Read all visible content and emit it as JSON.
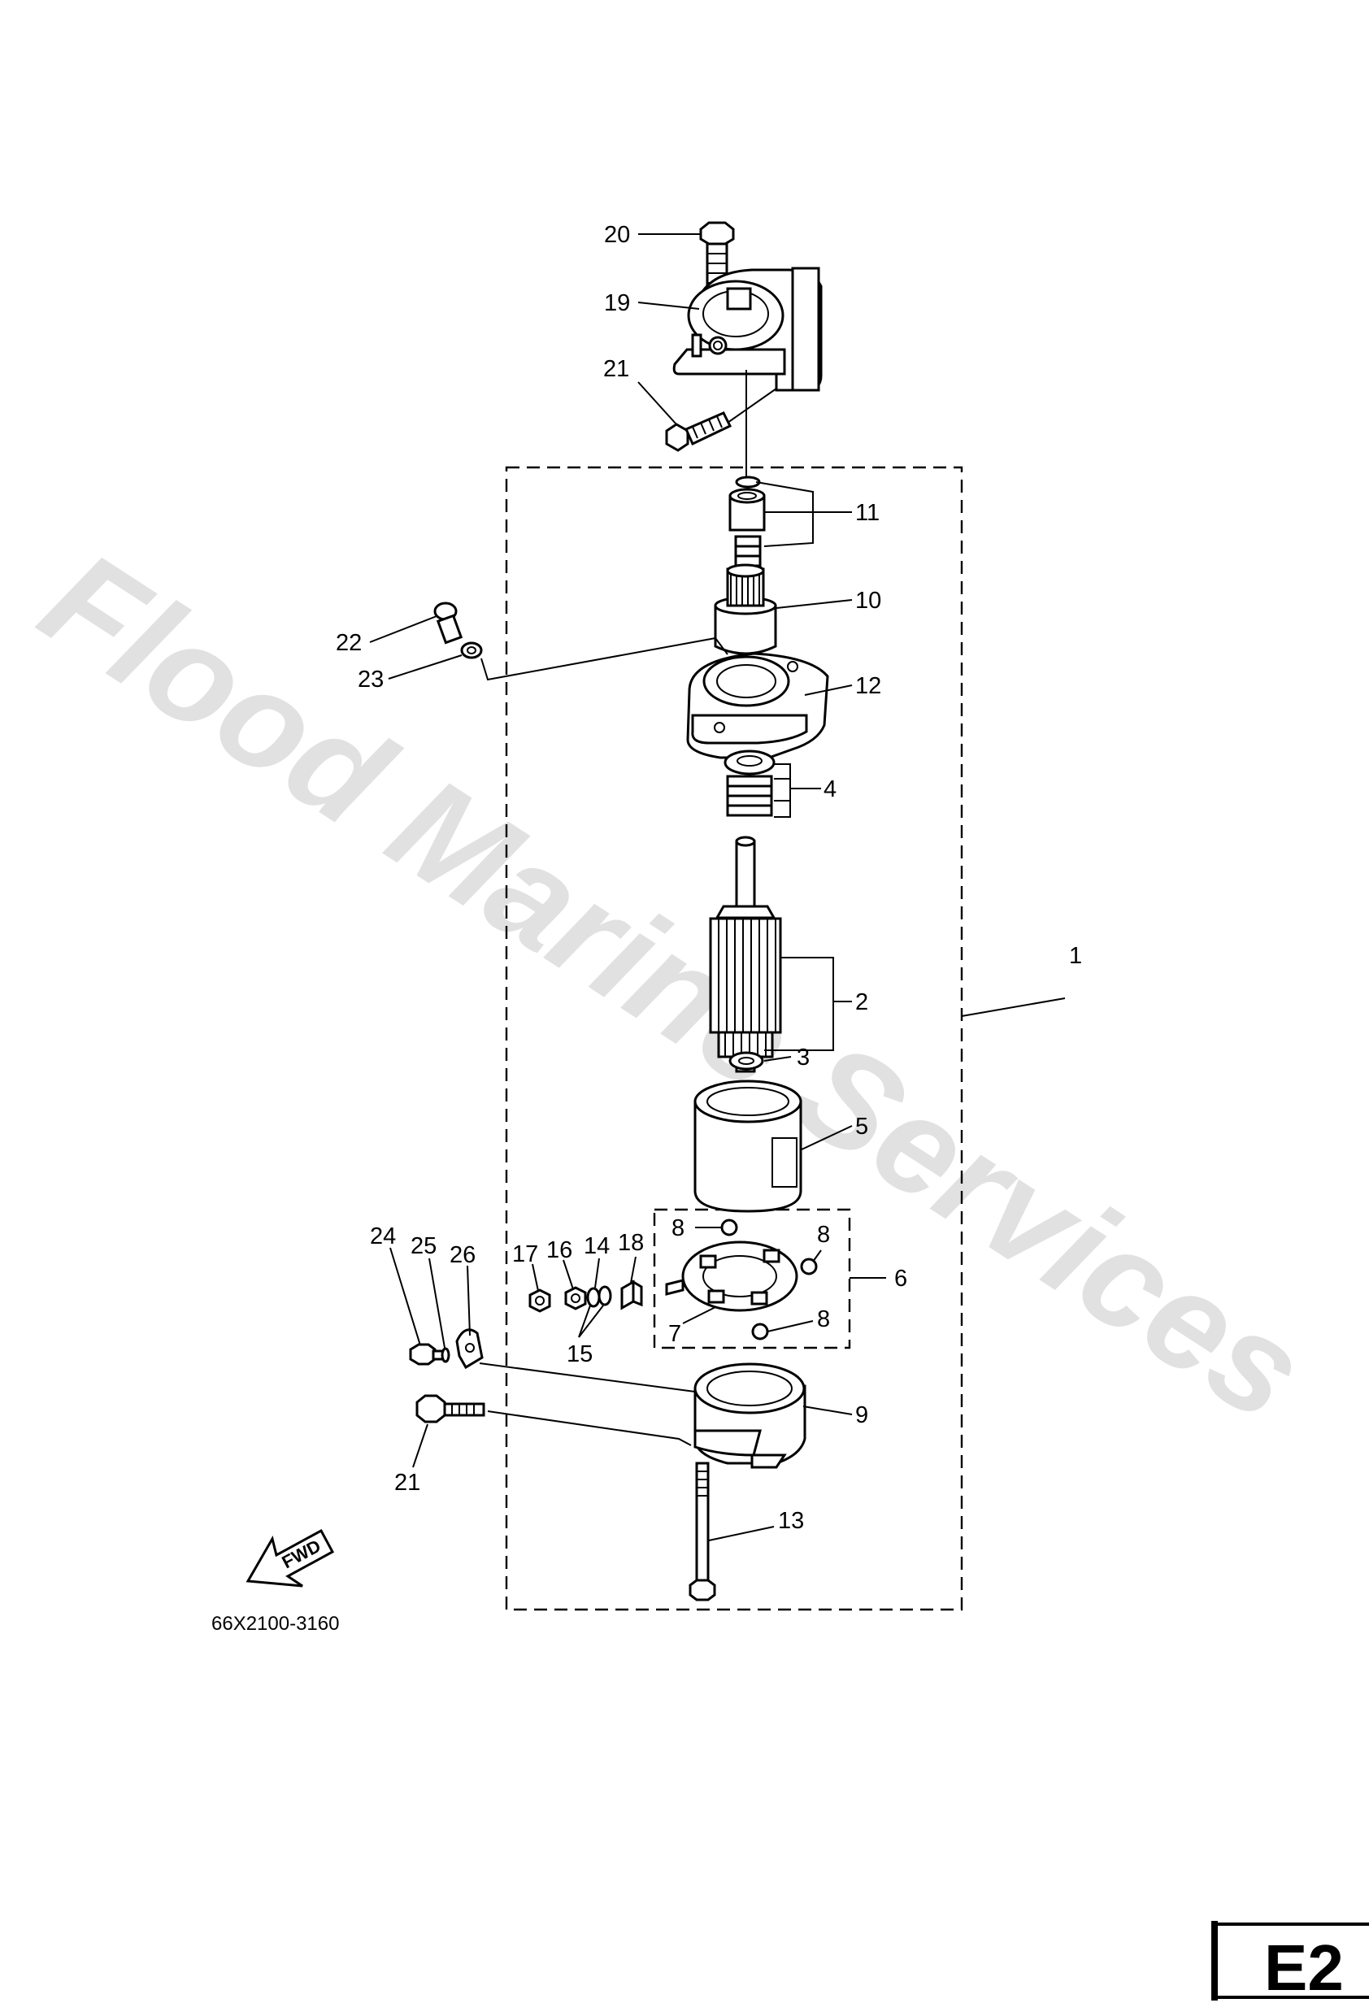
{
  "watermark": "Flood Marine Services",
  "diagram_code": "66X2100-3160",
  "page_label": "E2",
  "fwd_label": "FWD",
  "callouts": {
    "c1": "1",
    "c2": "2",
    "c3": "3",
    "c4": "4",
    "c5": "5",
    "c6": "6",
    "c7": "7",
    "c8": "8",
    "c9": "9",
    "c10": "10",
    "c11": "11",
    "c12": "12",
    "c13": "13",
    "c14": "14",
    "c15": "15",
    "c16": "16",
    "c17": "17",
    "c18": "18",
    "c19": "19",
    "c20": "20",
    "c21": "21",
    "c22": "22",
    "c23": "23",
    "c24": "24",
    "c25": "25",
    "c26": "26"
  }
}
